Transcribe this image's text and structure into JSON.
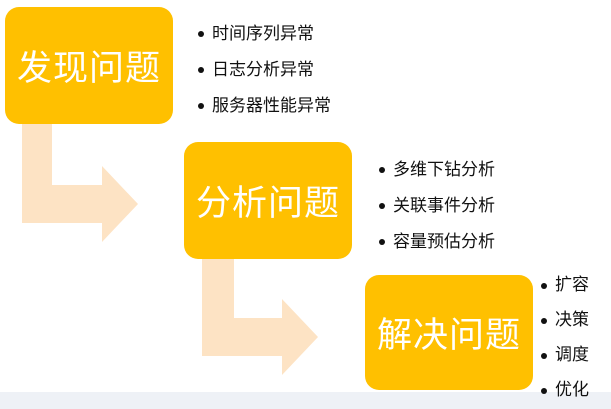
{
  "colors": {
    "box": "#ffc000",
    "arrow": "#fde3c4",
    "text": "#111111",
    "box_text": "#ffffff"
  },
  "steps": [
    {
      "title": "发现问题",
      "items": [
        "时间序列异常",
        "日志分析异常",
        "服务器性能异常"
      ]
    },
    {
      "title": "分析问题",
      "items": [
        "多维下钻分析",
        "关联事件分析",
        "容量预估分析"
      ]
    },
    {
      "title": "解决问题",
      "items": [
        "扩容",
        "决策",
        "调度",
        "优化"
      ]
    }
  ]
}
